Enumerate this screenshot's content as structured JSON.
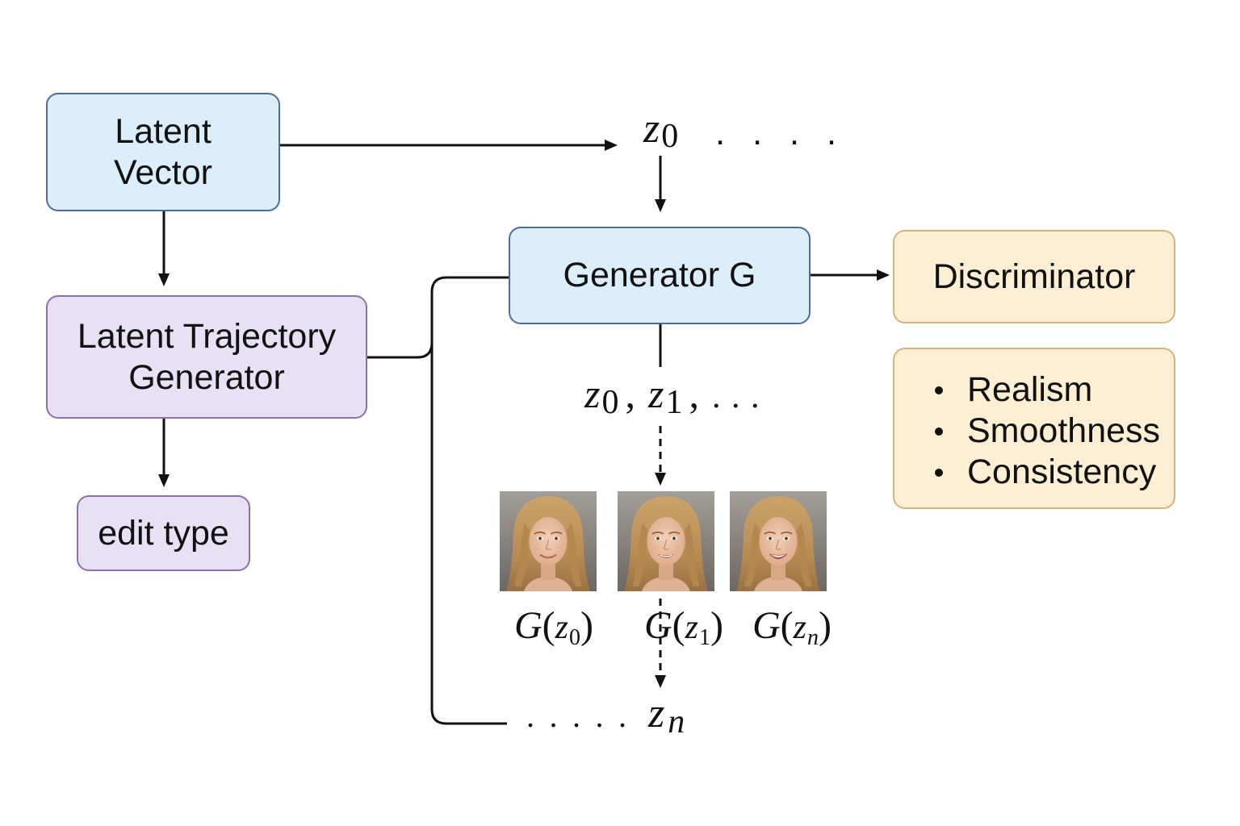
{
  "diagram": {
    "background": "#ffffff",
    "colors": {
      "blue_fill": "#ddeefb",
      "blue_border": "#4b6c9f",
      "purple_fill": "#e8e1f3",
      "purple_border": "#8d71ab",
      "yellow_fill": "#fdefd3",
      "yellow_border": "#d6b37d",
      "line": "#111111"
    }
  },
  "nodes": {
    "latent_vector": {
      "lines": [
        "Latent",
        "Vector"
      ]
    },
    "latent_trajectory_generator": {
      "lines": [
        "Latent Trajectory",
        "Generator"
      ]
    },
    "edit_type": {
      "label": "edit type"
    },
    "generator": {
      "label": "Generator G"
    },
    "discriminator": {
      "label": "Discriminator"
    },
    "criteria": {
      "items": [
        "Realism",
        "Smoothness",
        "Consistency"
      ]
    }
  },
  "notation": {
    "open_paren": "(",
    "close_paren": ")",
    "separator": ","
  },
  "initial_latent": {
    "base": "z",
    "sub": "0",
    "ellipsis": ". . . ."
  },
  "latent_sequence": {
    "terms": [
      {
        "base": "z",
        "sub": "0"
      },
      {
        "base": "z",
        "sub": "1"
      }
    ],
    "ellipsis": ". . ."
  },
  "outputs": [
    {
      "fn": "G",
      "base": "z",
      "sub": "0"
    },
    {
      "fn": "G",
      "base": "z",
      "sub": "1"
    },
    {
      "fn": "G",
      "base": "z",
      "sub": "n"
    }
  ],
  "final_latent": {
    "ellipsis": ". . . . .",
    "base": "z",
    "sub": "n"
  }
}
